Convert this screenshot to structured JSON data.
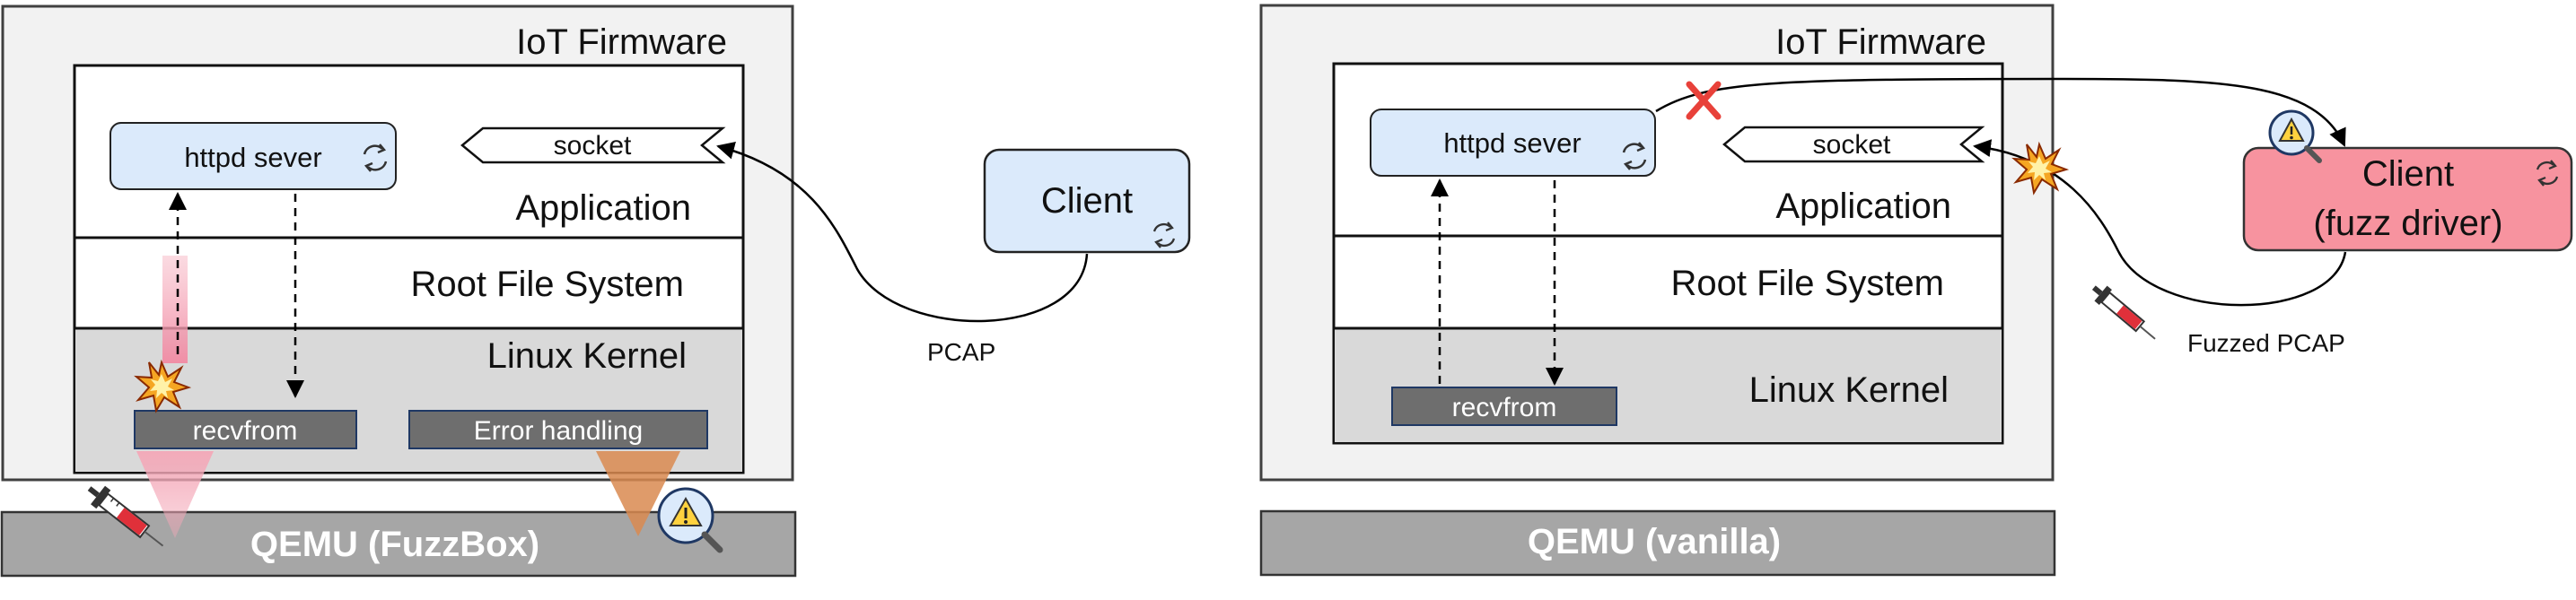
{
  "left": {
    "firmware_label": "IoT Firmware",
    "httpd_label": "httpd sever",
    "socket_label": "socket",
    "application_label": "Application",
    "rootfs_label": "Root File System",
    "kernel_label": "Linux Kernel",
    "recvfrom_label": "recvfrom",
    "error_label": "Error handling",
    "client_label": "Client",
    "pcap_label": "PCAP",
    "qemu_label": "QEMU (FuzzBox)"
  },
  "right": {
    "firmware_label": "IoT Firmware",
    "httpd_label": "httpd sever",
    "socket_label": "socket",
    "application_label": "Application",
    "rootfs_label": "Root File System",
    "kernel_label": "Linux Kernel",
    "recvfrom_label": "recvfrom",
    "client_line1": "Client",
    "client_line2": "(fuzz driver)",
    "pcap_label": "Fuzzed PCAP",
    "qemu_label": "QEMU (vanilla)"
  },
  "colors": {
    "light_blue": "#dbeafb",
    "client_red": "#f7939f",
    "kernel_gray": "#d9d9d9",
    "outer_gray": "#f2f2f2",
    "qemu_gray": "#a6a6a6",
    "dark_box": "#6e6e6e",
    "pink_beam": "#f4a8b8",
    "orange_beam": "#d98a50",
    "cross_red": "#e8413a"
  },
  "icons": [
    "syringe-icon",
    "explosion-icon",
    "magnifier-warning-icon",
    "refresh-icon",
    "red-x-icon"
  ]
}
